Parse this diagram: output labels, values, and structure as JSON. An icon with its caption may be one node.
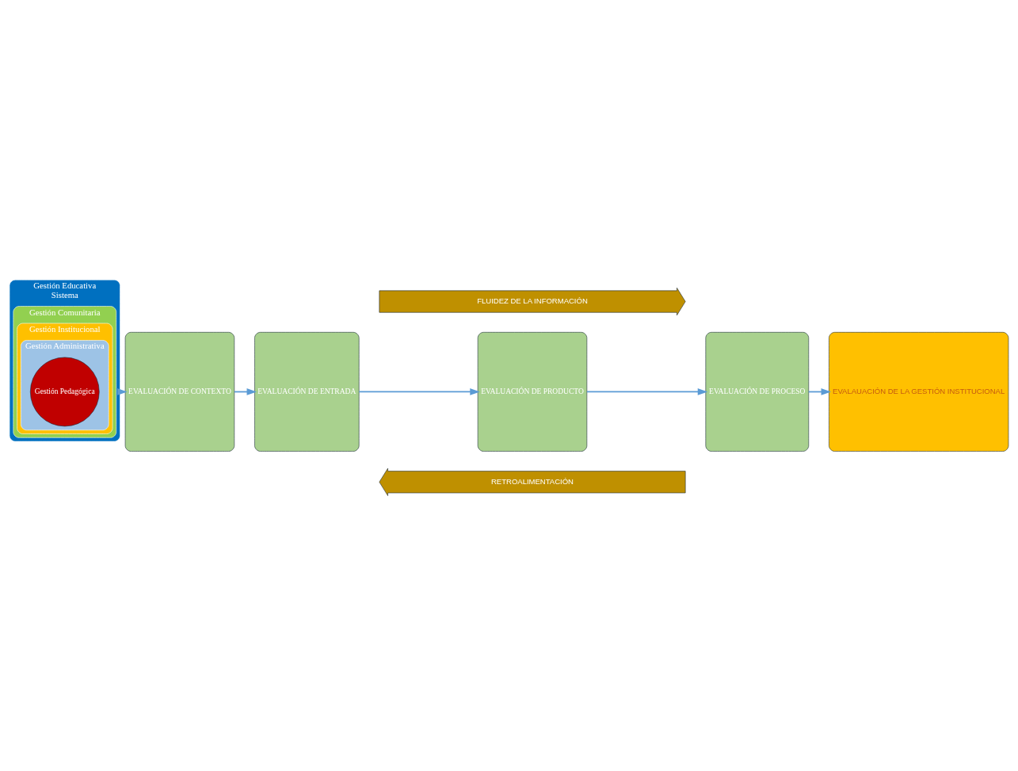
{
  "diagram": {
    "nodes": [
      {
        "text": [
          "FLUIDEZ DE LA INFORMACIÓN"
        ]
      },
      {
        "text": [
          "Gestión Educativa",
          "Sistema"
        ]
      },
      {
        "text": [
          "Gestión Comunitaria"
        ],
        "in": 1
      },
      {
        "text": [
          "Gestión Institucional"
        ],
        "in": 2
      },
      {
        "text": [
          "Gestión Administrativa"
        ],
        "in": 3
      },
      {
        "text": [
          "Gestión Pedagógica"
        ],
        "in": 4
      },
      {
        "text": [
          "EVALUACIÓN DE CONTEXTO"
        ]
      },
      {
        "text": [
          "EVALUACIÓN DE ENTRADA"
        ]
      },
      {
        "text": [
          "EVALUACIÓN DE PRODUCTO"
        ]
      },
      {
        "text": [
          "EVALUACIÓN DE PROCESO"
        ]
      },
      {
        "text": [
          "EVALAUACIÓN DE LA GESTIÓN INSTITUCIONAL"
        ]
      },
      {
        "text": [
          "RETROALIMENTACIÓN"
        ]
      }
    ],
    "edges": [
      {
        "from": 1,
        "to": 6,
        "arrow": "to"
      },
      {
        "from": 6,
        "to": 7,
        "arrow": "to"
      },
      {
        "from": 7,
        "to": 8,
        "arrow": "to"
      },
      {
        "from": 8,
        "to": 9,
        "arrow": "to"
      },
      {
        "from": 9,
        "to": 10,
        "arrow": "to"
      }
    ]
  }
}
